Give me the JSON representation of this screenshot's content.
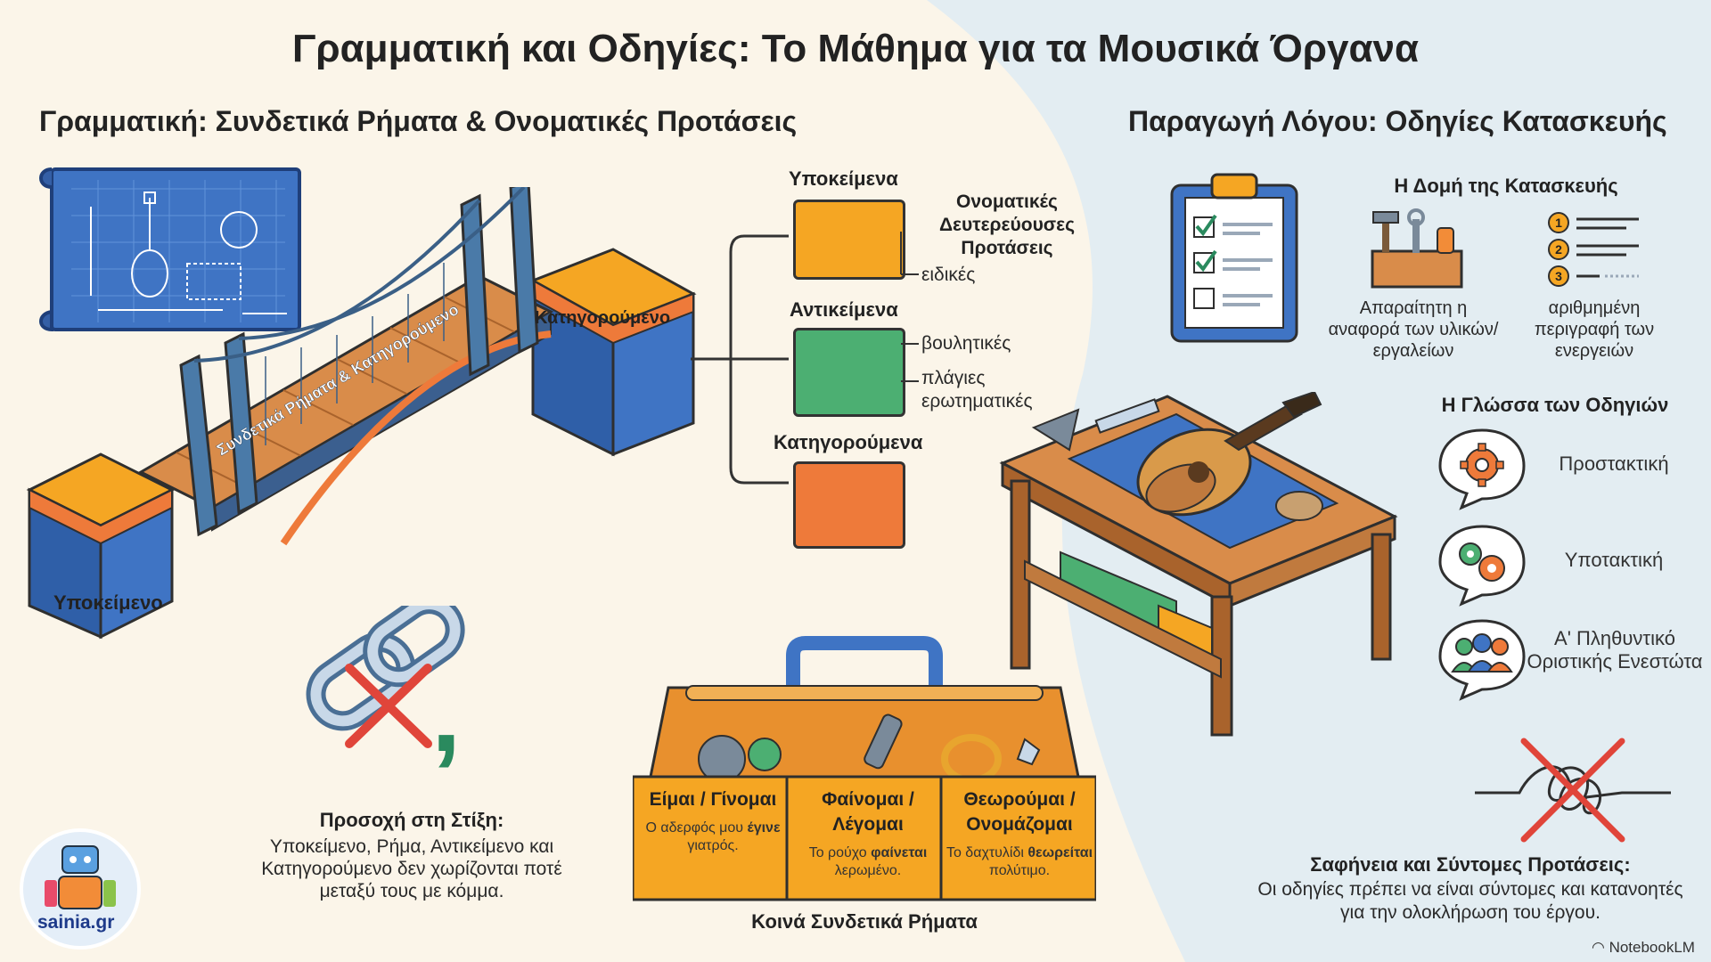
{
  "title": "Γραμματική και Οδηγίες: Το Μάθημα για τα Μουσικά Όργανα",
  "left": {
    "heading": "Γραμματική: Συνδετικά Ρήματα & Ονοματικές Προτάσεις",
    "bridge": {
      "subject_block": "Υποκείμενο",
      "predicate_block": "Κατηγορούμενο",
      "bridge_label": "Συνδετικά Ρήματα & Κατηγορούμενο"
    },
    "categories": {
      "subjects": {
        "title": "Υποκείμενα",
        "color": "#f5a623"
      },
      "objects": {
        "title": "Αντικείμενα",
        "color": "#4caf72"
      },
      "predicates": {
        "title": "Κατηγορούμενα",
        "color": "#ee7a3a"
      },
      "noun_clauses": "Ονοματικές Δευτερεύουσες Προτάσεις",
      "specific": "ειδικές",
      "volitive": "βουλητικές",
      "indirect_q": "πλάγιες ερωτηματικές"
    },
    "punctuation": {
      "title": "Προσοχή στη Στίξη:",
      "text": "Υποκείμενο, Ρήμα, Αντικείμενο και Κατηγορούμενο δεν χωρίζονται ποτέ μεταξύ τους με κόμμα.",
      "comma": ","
    },
    "toolbox": {
      "caption": "Κοινά Συνδετικά Ρήματα",
      "sections": [
        {
          "title": "Είμαι / Γίνομαι",
          "example_pre": "Ο αδερφός μου ",
          "example_bold": "έγινε",
          "example_post": " γιατρός."
        },
        {
          "title": "Φαίνομαι / Λέγομαι",
          "example_pre": "Το ρούχο ",
          "example_bold": "φαίνεται",
          "example_post": " λερωμένο."
        },
        {
          "title": "Θεωρούμαι / Ονομάζομαι",
          "example_pre": "Το δαχτυλίδι ",
          "example_bold": "θεωρείται",
          "example_post": " πολύτιμο."
        }
      ]
    },
    "logo_text": "sainia.gr"
  },
  "right": {
    "heading": "Παραγωγή Λόγου: Οδηγίες Κατασκευής",
    "structure": {
      "title": "Η Δομή της Κατασκευής",
      "materials": "Απαραίτητη η αναφορά των υλικών/εργαλείων",
      "steps": "αριθμημένη περιγραφή των ενεργειών",
      "step_numbers": [
        "1",
        "2",
        "3"
      ]
    },
    "language": {
      "title": "Η Γλώσσα των Οδηγιών",
      "items": [
        {
          "label": "Προστακτική",
          "icon": "gear-icon"
        },
        {
          "label": "Υποτακτική",
          "icon": "gears-icon"
        },
        {
          "label": "Α' Πληθυντικό Οριστικής Ενεστώτα",
          "icon": "people-icon"
        }
      ]
    },
    "clarity": {
      "title": "Σαφήνεια και Σύντομες Προτάσεις:",
      "text": "Οι οδηγίες πρέπει να είναι σύντομες και κατανοητές για την ολοκλήρωση του έργου."
    },
    "watermark": "NotebookLM"
  },
  "colors": {
    "blue": "#3f74c4",
    "orange": "#f5a623",
    "dark_orange": "#ee7a3a",
    "green": "#4caf72",
    "red": "#e0453a",
    "right_bg": "#e3edf2"
  }
}
